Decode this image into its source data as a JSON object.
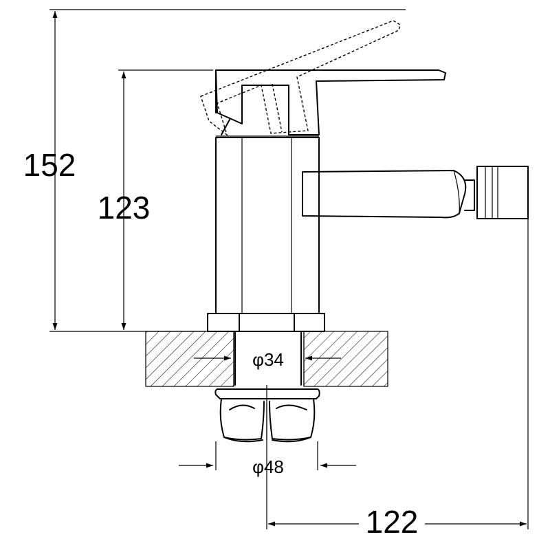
{
  "dimensions": {
    "total_height": "152",
    "body_height": "123",
    "spout_reach": "122",
    "hole_diameter": "φ34",
    "nut_diameter": "φ48"
  }
}
